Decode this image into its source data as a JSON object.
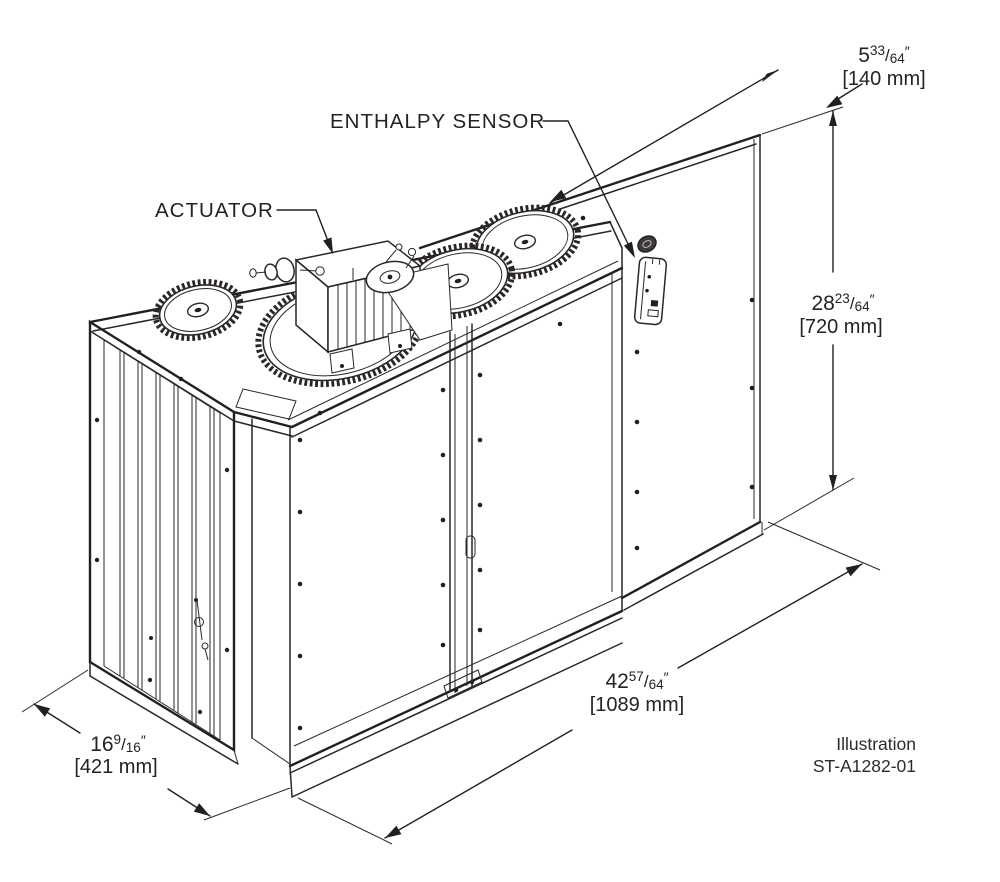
{
  "labels": {
    "actuator": "ACTUATOR",
    "enthalpy_sensor": "ENTHALPY SENSOR"
  },
  "dimensions": {
    "top_depth": {
      "inches_whole": "5",
      "frac_num": "33",
      "slash": "/",
      "frac_den": "64",
      "inch_mark": "″",
      "metric": "[140 mm]"
    },
    "height": {
      "inches_whole": "28",
      "frac_num": "23",
      "slash": "/",
      "frac_den": "64",
      "inch_mark": "″",
      "metric": "[720 mm]"
    },
    "length": {
      "inches_whole": "42",
      "frac_num": "57",
      "slash": "/",
      "frac_den": "64",
      "inch_mark": "″",
      "metric": "[1089 mm]"
    },
    "side_depth": {
      "inches_whole": "16",
      "frac_num": "9",
      "slash": "/",
      "frac_den": "16",
      "inch_mark": "″",
      "metric": "[421 mm]"
    }
  },
  "footer": {
    "illustration_label": "Illustration",
    "illustration_id": "ST-A1282-01"
  },
  "colors": {
    "line": "#2b2726",
    "background": "#ffffff"
  }
}
